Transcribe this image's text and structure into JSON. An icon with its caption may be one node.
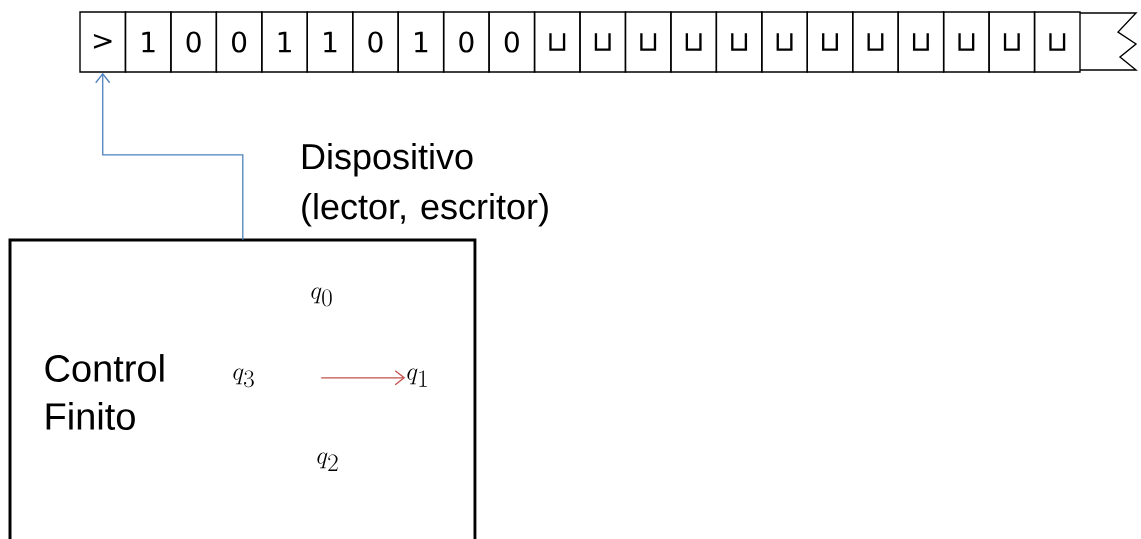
{
  "diagram": {
    "nodes": [
      {
        "text": [
          ">"
        ]
      },
      {
        "text": [
          "1"
        ]
      },
      {
        "text": [
          "0"
        ]
      },
      {
        "text": [
          "0"
        ]
      },
      {
        "text": [
          "1"
        ]
      },
      {
        "text": [
          "1"
        ]
      },
      {
        "text": [
          "0"
        ]
      },
      {
        "text": [
          "1"
        ]
      },
      {
        "text": [
          "0"
        ]
      },
      {
        "text": [
          "0"
        ]
      },
      {
        "text": [
          "⊔"
        ]
      },
      {
        "text": [
          "⊔"
        ]
      },
      {
        "text": [
          "⊔"
        ]
      },
      {
        "text": [
          "⊔"
        ]
      },
      {
        "text": [
          "⊔"
        ]
      },
      {
        "text": [
          "⊔"
        ]
      },
      {
        "text": [
          "⊔"
        ]
      },
      {
        "text": [
          "⊔"
        ]
      },
      {
        "text": [
          "⊔"
        ]
      },
      {
        "text": [
          "⊔"
        ]
      },
      {
        "text": [
          "⊔"
        ]
      },
      {
        "text": [
          "⊔"
        ]
      },
      {
        "text": [
          "Control Finito"
        ]
      },
      {
        "text": [
          "q_0"
        ],
        "in": 22
      },
      {
        "text": [
          "q_3"
        ],
        "in": 22
      },
      {
        "text": [
          "q_1"
        ],
        "in": 22
      },
      {
        "text": [
          "q_2"
        ],
        "in": 22
      }
    ],
    "edges": [
      {
        "from": 22,
        "to": 0,
        "arrow": "to",
        "label": "Dispositivo (lector, escritor)",
        "color": "#4f81bd"
      },
      {
        "from": null,
        "to": 25,
        "arrow": "to",
        "color": "#c0504d"
      }
    ]
  }
}
